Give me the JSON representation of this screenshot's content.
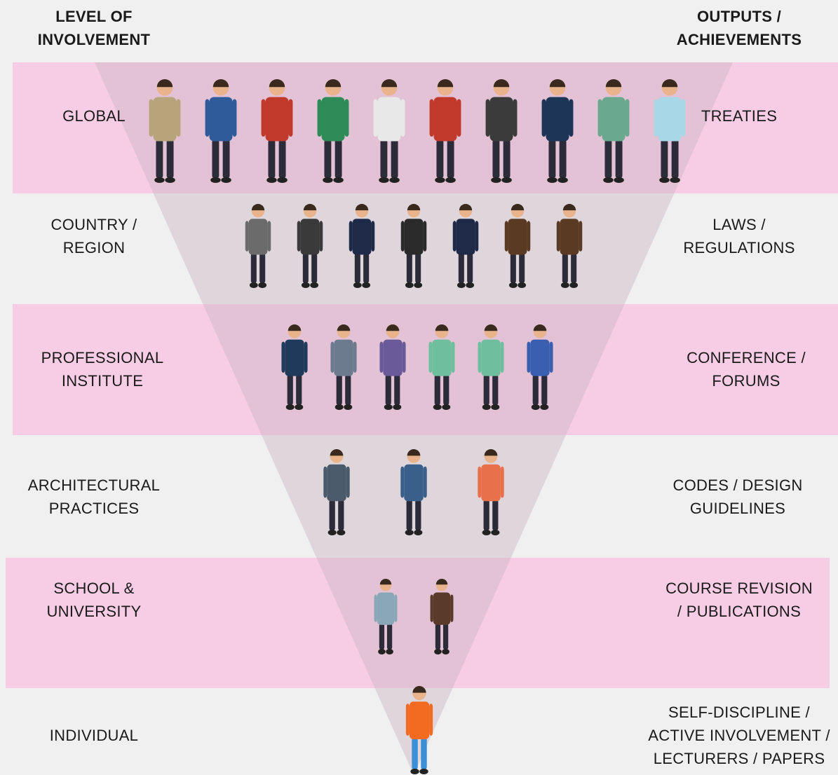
{
  "headers": {
    "left": [
      "LEVEL OF",
      "INVOLVEMENT"
    ],
    "right": [
      "OUTPUTS /",
      "ACHIEVEMENTS"
    ]
  },
  "levels": [
    {
      "left": [
        "GLOBAL"
      ],
      "right": [
        "TREATIES"
      ]
    },
    {
      "left": [
        "COUNTRY /",
        "REGION"
      ],
      "right": [
        "LAWS /",
        "REGULATIONS"
      ]
    },
    {
      "left": [
        "PROFESSIONAL",
        "INSTITUTE"
      ],
      "right": [
        "CONFERENCE /",
        "FORUMS"
      ]
    },
    {
      "left": [
        "ARCHITECTURAL",
        "PRACTICES"
      ],
      "right": [
        "CODES / DESIGN",
        "GUIDELINES"
      ]
    },
    {
      "left": [
        "SCHOOL &",
        "UNIVERSITY"
      ],
      "right": [
        "COURSE REVISION",
        "/ PUBLICATIONS"
      ]
    },
    {
      "left": [
        "INDIVIDUAL"
      ],
      "right": [
        "SELF-DISCIPLINE /",
        "ACTIVE INVOLVEMENT /",
        "LECTURERS / PAPERS"
      ]
    }
  ],
  "people_counts": [
    10,
    7,
    6,
    3,
    2,
    1
  ],
  "colors": {
    "band": "#f7cde6",
    "funnel": "#dfd3dc",
    "background": "#f0f0f0",
    "text": "#1a1a1a"
  }
}
